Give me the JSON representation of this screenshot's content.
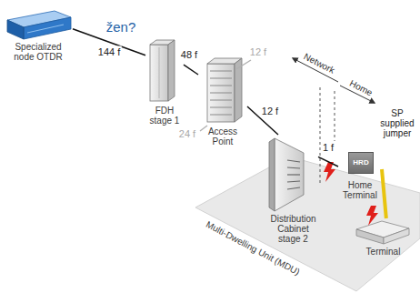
{
  "diagram": {
    "nodes": [
      {
        "text": [
          "Specialized node OTDR"
        ]
      },
      {
        "text": [
          "FDH stage 1"
        ]
      },
      {
        "text": [
          "Access Point"
        ]
      },
      {
        "text": [
          "Distribution Cabinet stage 2"
        ]
      },
      {
        "text": [
          "HRD",
          "Home Terminal"
        ]
      },
      {
        "text": [
          "Terminal"
        ]
      }
    ],
    "edges": [
      {
        "from": 0,
        "to": 1,
        "arrow": "none",
        "label": "144 f"
      },
      {
        "from": 1,
        "to": 2,
        "arrow": "none",
        "label": "48 f"
      },
      {
        "from": 2,
        "to": 3,
        "arrow": "none",
        "label": "12 f"
      },
      {
        "from": 3,
        "to": 4,
        "arrow": "none",
        "label": "1 f"
      },
      {
        "from": 4,
        "to": 5,
        "arrow": "none",
        "label": "SP supplied jumper"
      }
    ],
    "labels": [
      "žen?",
      "12 f",
      "24 f",
      "Network",
      "Home",
      "Multi-Dwelling Unit (MDU)"
    ]
  }
}
